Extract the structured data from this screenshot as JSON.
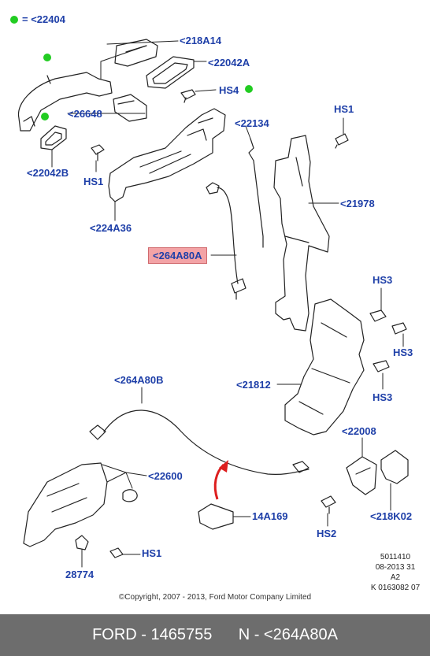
{
  "legend": {
    "marker_color": "#22cc22",
    "label": "= <22404"
  },
  "callouts": {
    "c218A14": "<218A14",
    "c22042A": "<22042A",
    "hs4": "HS4",
    "c26648": "<26648",
    "c22134": "<22134",
    "hs1_top_right": "HS1",
    "c22042B": "<22042B",
    "hs1_left": "HS1",
    "c21978": "<21978",
    "c224A36": "<224A36",
    "c264A80A": "<264A80A",
    "hs3_a": "HS3",
    "hs3_b": "HS3",
    "c264A80B": "<264A80B",
    "c21812": "<21812",
    "hs3_c": "HS3",
    "c22008": "<22008",
    "c22600": "<22600",
    "c14A169": "14A169",
    "c218K02": "<218K02",
    "hs2": "HS2",
    "hs1_bottom": "HS1",
    "c28774": "28774"
  },
  "highlight_color": "#f3a3a6",
  "label_color": "#1e3fa8",
  "ref_block": {
    "line1": "5011410",
    "line2": "08-2013 31",
    "line3": "A2",
    "line4": "K 0163082 07"
  },
  "copyright": "©Copyright, 2007 - 2013, Ford Motor Company Limited",
  "footer": {
    "brand_part": "FORD - 1465755",
    "number_part": "N - <264A80A"
  }
}
